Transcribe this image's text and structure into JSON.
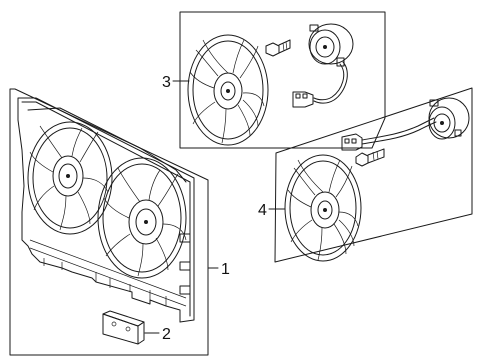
{
  "diagram": {
    "callouts": [
      {
        "id": "1",
        "label": "1"
      },
      {
        "id": "2",
        "label": "2"
      },
      {
        "id": "3",
        "label": "3"
      },
      {
        "id": "4",
        "label": "4"
      }
    ],
    "parts": [
      {
        "callout": "1",
        "icon": "fan-shroud-assembly-icon"
      },
      {
        "callout": "2",
        "icon": "bracket-clip-icon"
      },
      {
        "callout": "3",
        "icon": "fan-blade-motor-upper-icon"
      },
      {
        "callout": "4",
        "icon": "fan-blade-motor-lower-icon"
      }
    ]
  }
}
